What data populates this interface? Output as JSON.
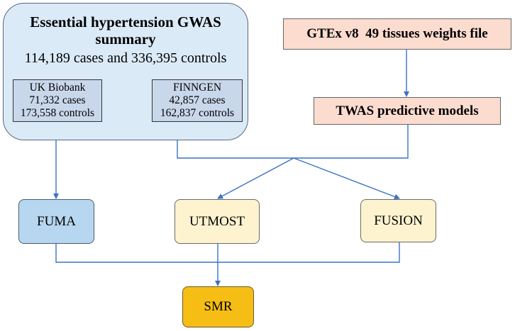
{
  "gwas": {
    "title_line1": "Essential hypertension GWAS",
    "title_line2": "summary",
    "subtitle": "114,189 cases and 336,395 controls",
    "uk_biobank": {
      "name": "UK Biobank",
      "cases": "71,332 cases",
      "controls": "173,558 controls"
    },
    "finngen": {
      "name": "FINNGEN",
      "cases": "42,857 cases",
      "controls": "162,837 controls"
    }
  },
  "gtex": {
    "label": "GTEx v8  49 tissues weights file"
  },
  "twas": {
    "label": "TWAS predictive models"
  },
  "methods": {
    "fuma": "FUMA",
    "utmost": "UTMOST",
    "fusion": "FUSION",
    "smr": "SMR"
  },
  "colors": {
    "arrow": "#3b73c4",
    "gwas_fill": "#dbeaf7",
    "cohort_fill": "#c9d7ea",
    "gtex_fill": "#fcdccf",
    "fuma_fill": "#b7d7f0",
    "tool_fill": "#fdf3cf",
    "smr_fill": "#f6be14"
  }
}
